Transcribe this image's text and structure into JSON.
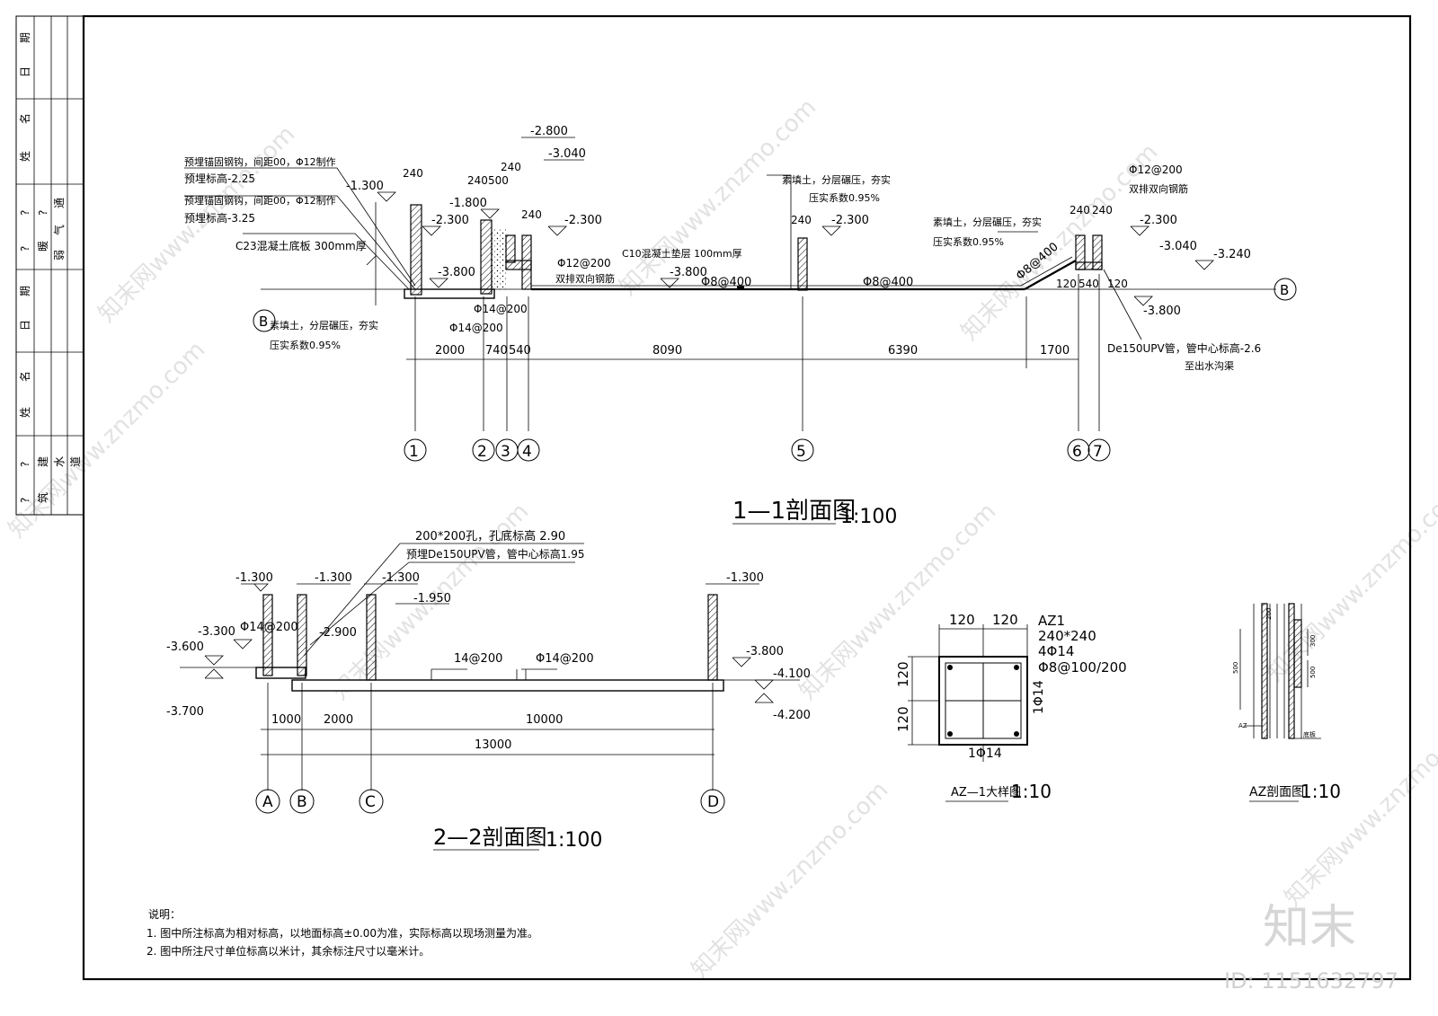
{
  "title_block": {
    "left_labels": [
      "期",
      "日",
      "名",
      "姓",
      "?",
      "?",
      "期",
      "日",
      "名",
      "姓",
      "?",
      "?",
      "?",
      "?"
    ],
    "col_labels": [
      "?",
      "?",
      "?",
      "暖",
      "通",
      "气",
      "?",
      "?",
      "?",
      "建",
      "筑",
      "水",
      "道",
      "?"
    ],
    "cells": [
      "?",
      "?",
      "?",
      "?",
      "?",
      "?",
      "弱",
      "?",
      "?",
      "?"
    ]
  },
  "section_1": {
    "title": "1—1剖面图",
    "scale": "1:100",
    "notes_left": [
      "预埋锚固钢钩，间距00，Φ12制作",
      "预埋标高-2.25",
      "预埋锚固钢钩，间距00，Φ12制作",
      "预埋标高-3.25",
      "C23混凝土底板  300mm厚",
      "素填土，分层碾压，夯实",
      "压实系数0.95%"
    ],
    "notes_mid": [
      "素填土，分层碾压，夯实",
      "压实系数0.95%",
      "C10混凝土垫层 100mm厚"
    ],
    "notes_right": [
      "素填土，分层碾压，夯实",
      "压实系数0.95%",
      "Φ12@200",
      "双排双向钢筋",
      "De150UPV管，管中心标高-2.6",
      "至出水沟渠"
    ],
    "elevations": [
      "-1.300",
      "-2.300",
      "-1.800",
      "-3.800",
      "-2.800",
      "-3.040",
      "-2.300",
      "-3.800",
      "-2.300",
      "-2.300",
      "-3.040",
      "-3.240",
      "-3.800"
    ],
    "rebar": [
      "Φ12@200",
      "双排双向钢筋",
      "Φ14@200",
      "Φ14@200",
      "Φ8@400",
      "Φ8@400",
      "Φ8@400"
    ],
    "wall_dims": [
      "240",
      "240",
      "500",
      "240",
      "240",
      "240",
      "240",
      "240",
      "120",
      "540",
      "120"
    ],
    "dims": [
      "2000",
      "740",
      "540",
      "8090",
      "6390",
      "1700"
    ],
    "axes": [
      "1",
      "2",
      "3",
      "4",
      "5",
      "6",
      "7"
    ],
    "axis_b": "B"
  },
  "section_2": {
    "title": "2—2剖面图",
    "scale": "1:100",
    "notes": [
      "200*200孔，孔底标高 2.90",
      "预埋De150UPV管，管中心标高1.95"
    ],
    "elevations": [
      "-1.300",
      "-1.300",
      "-1.300",
      "-1.300",
      "-1.950",
      "-2.900",
      "-3.300",
      "-3.600",
      "-3.700",
      "-3.800",
      "-4.100",
      "-4.200"
    ],
    "rebar": [
      "Φ14@200",
      "14@200",
      "Φ14@200"
    ],
    "dims": [
      "1000",
      "2000",
      "10000",
      "13000"
    ],
    "axes": [
      "A",
      "B",
      "C",
      "D"
    ]
  },
  "az1_detail": {
    "title": "AZ—1大样图",
    "scale": "1:10",
    "name": "AZ1",
    "size": "240*240",
    "bars": "4Φ14",
    "stirrup": "Φ8@100/200",
    "dims": [
      "120",
      "120",
      "120",
      "120"
    ],
    "side_label": "1Φ14",
    "bottom_label": "1Φ14"
  },
  "az_section": {
    "title": "AZ剖面图",
    "scale": "1:10",
    "labels": [
      "500",
      "500",
      "300",
      "200",
      "AZ",
      "底板"
    ]
  },
  "notes": {
    "heading": "说明：",
    "items": [
      "1.  图中所注标高为相对标高，以地面标高±0.00为准，实际标高以现场测量为准。",
      "2.  图中所注尺寸单位标高以米计，其余标注尺寸以毫米计。"
    ]
  },
  "watermark": {
    "logo": "知末",
    "id": "ID: 1151632797",
    "text": "知末网www.znzmo.com"
  }
}
